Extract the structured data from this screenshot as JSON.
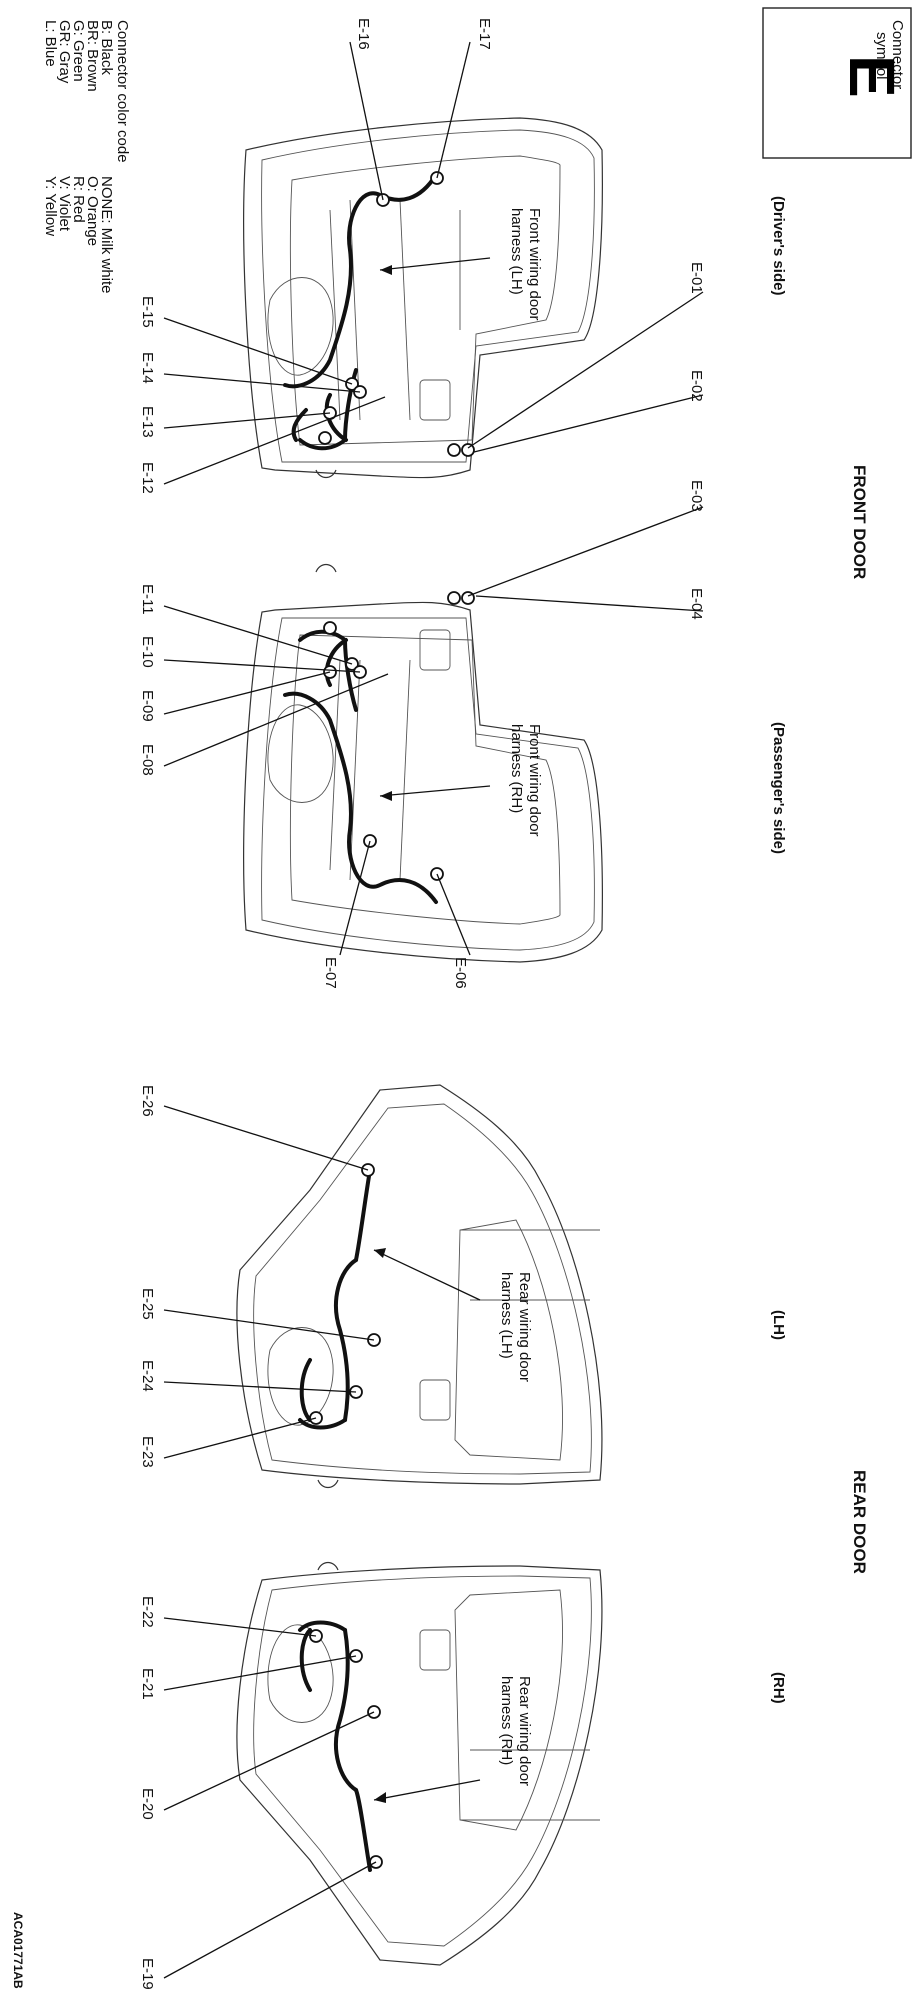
{
  "connector_symbol": {
    "title_line1": "Connector",
    "title_line2": "symbol",
    "letter": "E"
  },
  "front_door": {
    "title": "FRONT DOOR",
    "driver_side": "(Driver's side)",
    "passenger_side": "(Passenger's side)",
    "lh_harness": [
      "Front wiring door",
      "harness (LH)"
    ],
    "rh_harness": [
      "Front wiring door",
      "harness (RH)"
    ]
  },
  "rear_door": {
    "title": "REAR DOOR",
    "lh": "(LH)",
    "rh": "(RH)",
    "lh_harness": [
      "Rear wiring door",
      "harness (LH)"
    ],
    "rh_harness": [
      "Rear wiring door",
      "harness (RH)"
    ]
  },
  "connectors": {
    "e01": "E-01",
    "e02": "E-02",
    "e03": "E-03",
    "e04": "E-04",
    "e06": "E-06",
    "e07": "E-07",
    "e08": "E-08",
    "e09": "E-09",
    "e10": "E-10",
    "e11": "E-11",
    "e12": "E-12",
    "e13": "E-13",
    "e14": "E-14",
    "e15": "E-15",
    "e16": "E-16",
    "e17": "E-17",
    "e19": "E-19",
    "e20": "E-20",
    "e21": "E-21",
    "e22": "E-22",
    "e23": "E-23",
    "e24": "E-24",
    "e25": "E-25",
    "e26": "E-26"
  },
  "color_code": {
    "title": "Connector color code",
    "col1": [
      "B: Black",
      "BR: Brown",
      "G: Green",
      "GR: Gray",
      "L: Blue"
    ],
    "col2": [
      "NONE: Milk white",
      "O: Orange",
      "R: Red",
      "V: Violet",
      "Y: Yellow"
    ]
  },
  "figure_id": "ACA01771AB"
}
